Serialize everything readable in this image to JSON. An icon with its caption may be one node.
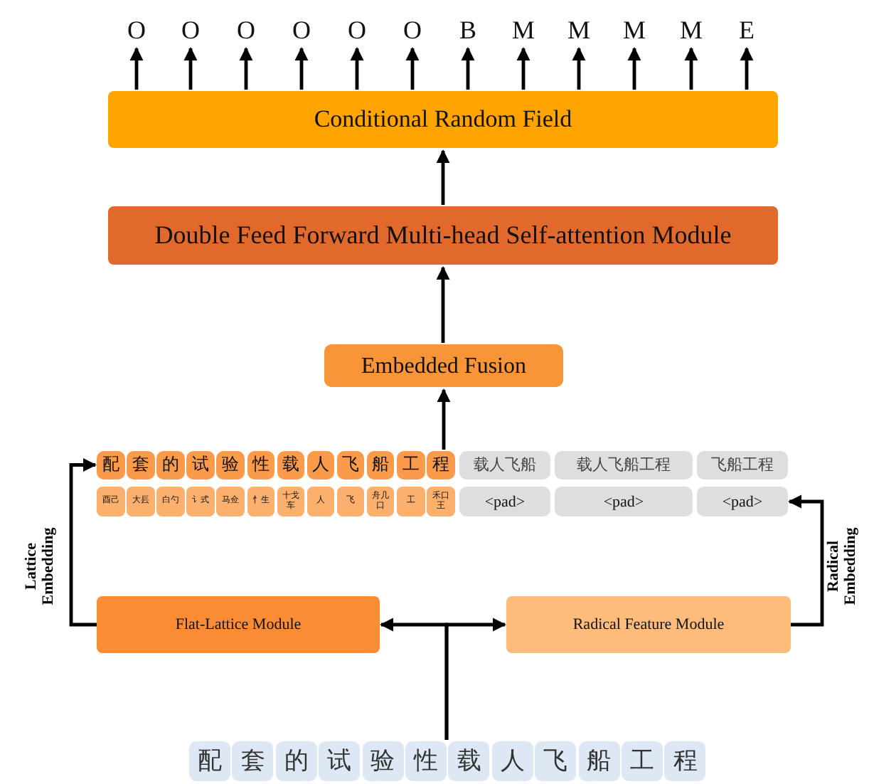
{
  "diagram": {
    "nodes": [
      {
        "text": [
          "O"
        ]
      },
      {
        "text": [
          "O"
        ]
      },
      {
        "text": [
          "O"
        ]
      },
      {
        "text": [
          "O"
        ]
      },
      {
        "text": [
          "O"
        ]
      },
      {
        "text": [
          "O"
        ]
      },
      {
        "text": [
          "B"
        ]
      },
      {
        "text": [
          "M"
        ]
      },
      {
        "text": [
          "M"
        ]
      },
      {
        "text": [
          "M"
        ]
      },
      {
        "text": [
          "M"
        ]
      },
      {
        "text": [
          "E"
        ]
      },
      {
        "text": [
          "Conditional Random Field"
        ]
      },
      {
        "text": [
          "Double Feed Forward Multi-head Self-attention Module"
        ]
      },
      {
        "text": [
          "Embedded Fusion"
        ]
      },
      {
        "text": [
          "配"
        ]
      },
      {
        "text": [
          "套"
        ]
      },
      {
        "text": [
          "的"
        ]
      },
      {
        "text": [
          "试"
        ]
      },
      {
        "text": [
          "验"
        ]
      },
      {
        "text": [
          "性"
        ]
      },
      {
        "text": [
          "载"
        ]
      },
      {
        "text": [
          "人"
        ]
      },
      {
        "text": [
          "飞"
        ]
      },
      {
        "text": [
          "船"
        ]
      },
      {
        "text": [
          "工"
        ]
      },
      {
        "text": [
          "程"
        ]
      },
      {
        "text": [
          "载人飞船"
        ]
      },
      {
        "text": [
          "载人飞船工程"
        ]
      },
      {
        "text": [
          "飞船工程"
        ]
      },
      {
        "text": [
          "酉己"
        ]
      },
      {
        "text": [
          "大镸"
        ]
      },
      {
        "text": [
          "白勺"
        ]
      },
      {
        "text": [
          "讠式"
        ]
      },
      {
        "text": [
          "马佥"
        ]
      },
      {
        "text": [
          "忄生"
        ]
      },
      {
        "text": [
          "十戈车"
        ]
      },
      {
        "text": [
          "人"
        ]
      },
      {
        "text": [
          "飞"
        ]
      },
      {
        "text": [
          "舟几口"
        ]
      },
      {
        "text": [
          "工"
        ]
      },
      {
        "text": [
          "禾口王"
        ]
      },
      {
        "text": [
          "<pad>"
        ]
      },
      {
        "text": [
          "<pad>"
        ]
      },
      {
        "text": [
          "<pad>"
        ]
      },
      {
        "text": [
          "Flat-Lattice Module"
        ]
      },
      {
        "text": [
          "Radical Feature Module"
        ]
      },
      {
        "text": [
          "配"
        ]
      },
      {
        "text": [
          "套"
        ]
      },
      {
        "text": [
          "的"
        ]
      },
      {
        "text": [
          "试"
        ]
      },
      {
        "text": [
          "验"
        ]
      },
      {
        "text": [
          "性"
        ]
      },
      {
        "text": [
          "载"
        ]
      },
      {
        "text": [
          "人"
        ]
      },
      {
        "text": [
          "飞"
        ]
      },
      {
        "text": [
          "船"
        ]
      },
      {
        "text": [
          "工"
        ]
      },
      {
        "text": [
          "程"
        ]
      }
    ],
    "edges": [
      {
        "from": 12,
        "to": 0,
        "arrow": "to"
      },
      {
        "from": 12,
        "to": 1,
        "arrow": "to"
      },
      {
        "from": 12,
        "to": 2,
        "arrow": "to"
      },
      {
        "from": 12,
        "to": 3,
        "arrow": "to"
      },
      {
        "from": 12,
        "to": 4,
        "arrow": "to"
      },
      {
        "from": 12,
        "to": 5,
        "arrow": "to"
      },
      {
        "from": 12,
        "to": 6,
        "arrow": "to"
      },
      {
        "from": 12,
        "to": 7,
        "arrow": "to"
      },
      {
        "from": 12,
        "to": 8,
        "arrow": "to"
      },
      {
        "from": 12,
        "to": 9,
        "arrow": "to"
      },
      {
        "from": 12,
        "to": 10,
        "arrow": "to"
      },
      {
        "from": 12,
        "to": 11,
        "arrow": "to"
      },
      {
        "from": 13,
        "to": 12,
        "arrow": "to"
      },
      {
        "from": 14,
        "to": 13,
        "arrow": "to"
      },
      {
        "from": 26,
        "to": 14,
        "arrow": "to"
      },
      {
        "from": 45,
        "to": 15,
        "arrow": "to",
        "label": "Lattice Embedding"
      },
      {
        "from": 46,
        "to": 44,
        "arrow": "to",
        "label": "Radical Embedding"
      },
      {
        "from": 53,
        "to": 45,
        "arrow": "to"
      },
      {
        "from": 53,
        "to": 46,
        "arrow": "to"
      }
    ]
  }
}
